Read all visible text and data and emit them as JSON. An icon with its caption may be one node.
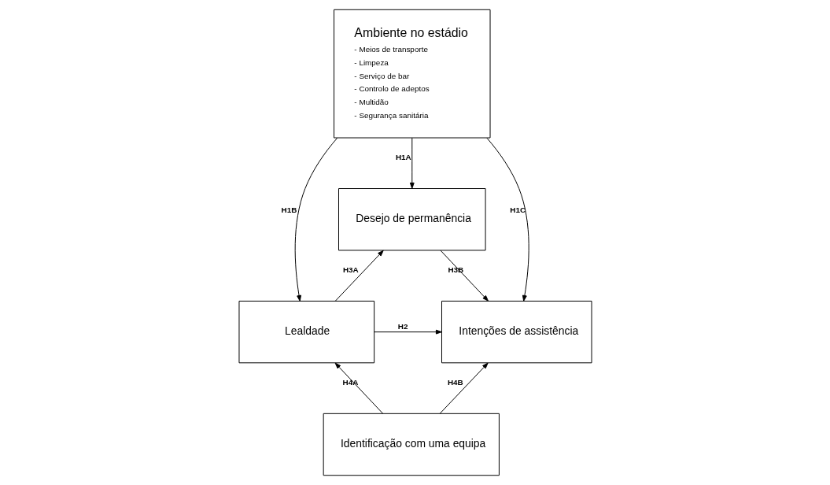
{
  "diagram": {
    "nodes": [
      {
        "text": [
          "Ambiente no estádio",
          "- Meios de transporte",
          "- Limpeza",
          "- Serviço de bar",
          "- Controlo de adeptos",
          "- Multidão",
          "- Segurança sanitária"
        ]
      },
      {
        "text": [
          "Desejo de permanência"
        ]
      },
      {
        "text": [
          "Lealdade"
        ]
      },
      {
        "text": [
          "Intenções de assistência"
        ]
      },
      {
        "text": [
          "Identificação com uma equipa"
        ]
      }
    ],
    "edges": [
      {
        "from": 0,
        "to": 1,
        "arrow": "to",
        "label": "H1A"
      },
      {
        "from": 0,
        "to": 2,
        "arrow": "to",
        "label": "H1B"
      },
      {
        "from": 0,
        "to": 3,
        "arrow": "to",
        "label": "H1C"
      },
      {
        "from": 2,
        "to": 1,
        "arrow": "to",
        "label": "H3A"
      },
      {
        "from": 1,
        "to": 3,
        "arrow": "to",
        "label": "H3B"
      },
      {
        "from": 2,
        "to": 3,
        "arrow": "to",
        "label": "H2"
      },
      {
        "from": 4,
        "to": 2,
        "arrow": "to",
        "label": "H4A"
      },
      {
        "from": 4,
        "to": 3,
        "arrow": "to",
        "label": "H4B"
      }
    ]
  }
}
